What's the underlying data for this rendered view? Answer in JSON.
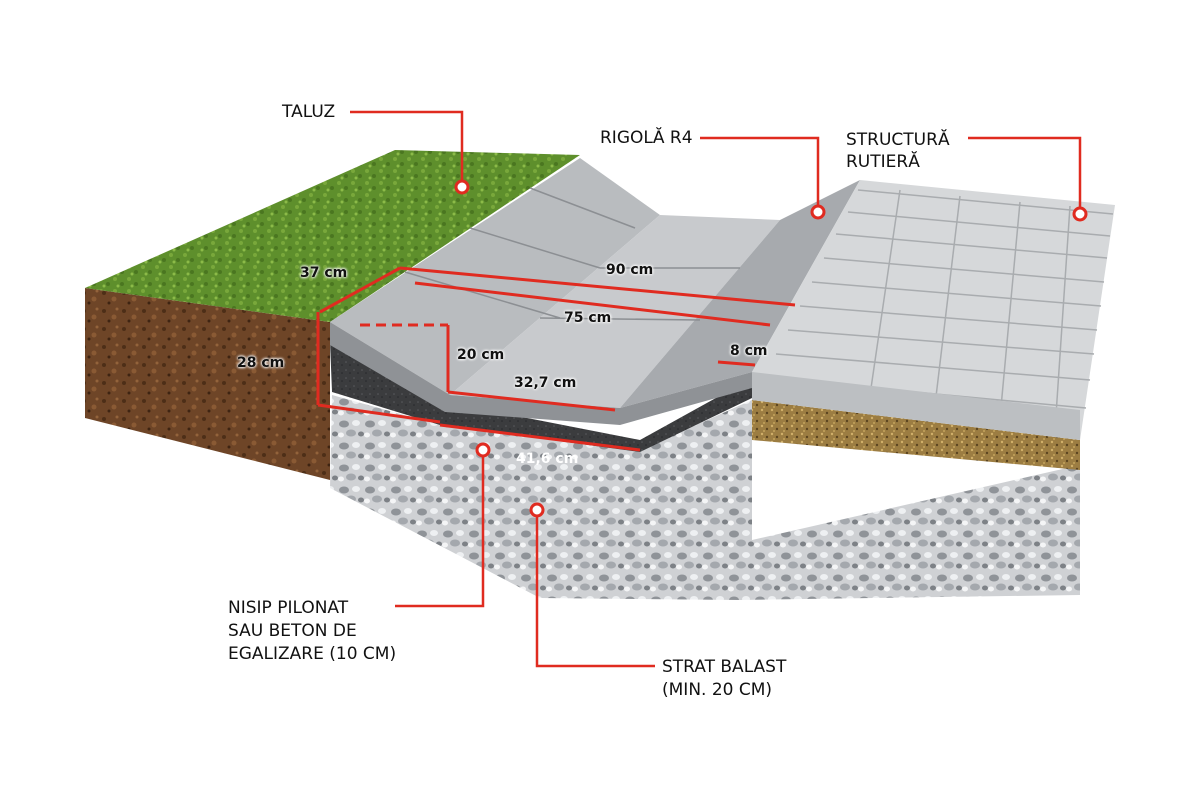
{
  "callouts": {
    "taluz": "TALUZ",
    "rigola": "RIGOLĂ R4",
    "structura_line1": "STRUCTURĂ",
    "structura_line2": "RUTIERĂ",
    "nisip_line1": "NISIP PILONAT",
    "nisip_line2": "SAU BETON DE",
    "nisip_line3": "EGALIZARE (10 CM)",
    "balast_line1": "STRAT BALAST",
    "balast_line2": "(MIN. 20 CM)"
  },
  "dimensions": {
    "d37": "37 cm",
    "d28": "28 cm",
    "d90": "90 cm",
    "d75": "75 cm",
    "d20": "20 cm",
    "d8": "8 cm",
    "d327": "32,7 cm",
    "d416": "41,6 cm"
  },
  "colors": {
    "callout_red": "#e02b20",
    "grass": "#5a8a2a",
    "soil": "#6b4426",
    "concrete": "#bfc2c4",
    "paver": "#d3d5d6",
    "asphalt": "#3c3d3f",
    "gravel": "#c9cbce",
    "sand": "#a98a4c"
  }
}
